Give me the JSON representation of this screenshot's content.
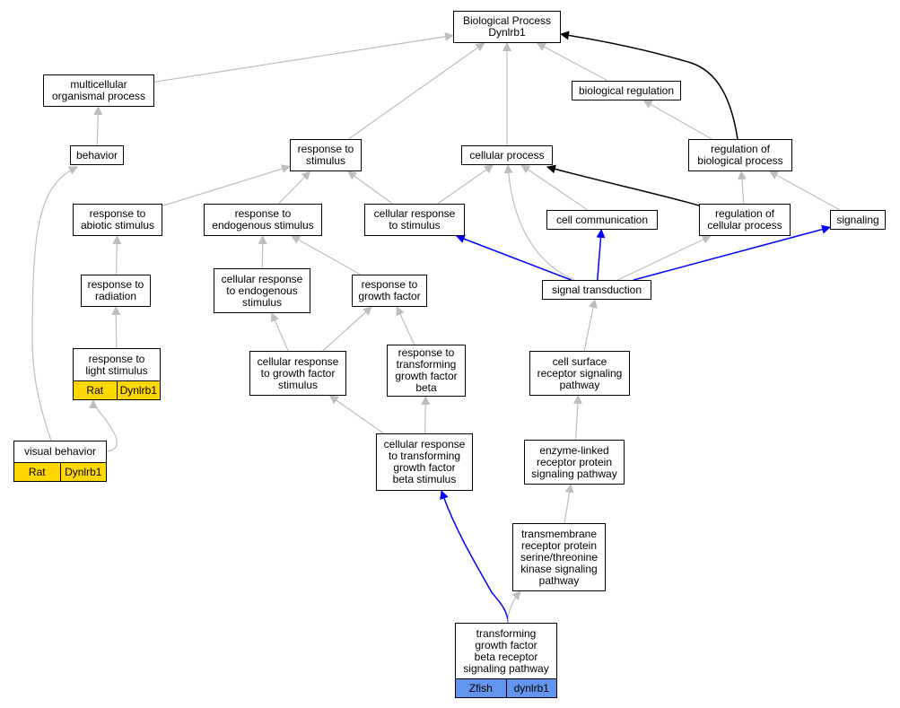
{
  "colors": {
    "edge_default": "#bebebe",
    "edge_black": "#000000",
    "edge_blue": "#0000ff",
    "rat_annotation": "#ffd700",
    "zfish_annotation": "#6495ed"
  },
  "nodes": {
    "bp": {
      "label": "Biological Process\nDynlrb1"
    },
    "multicellular": {
      "label": "multicellular\norganismal process"
    },
    "bioreg": {
      "label": "biological regulation"
    },
    "behavior": {
      "label": "behavior"
    },
    "resp_stim": {
      "label": "response to\nstimulus"
    },
    "cell_proc": {
      "label": "cellular process"
    },
    "reg_bio": {
      "label": "regulation of\nbiological process"
    },
    "resp_abiotic": {
      "label": "response to\nabiotic stimulus"
    },
    "resp_endo": {
      "label": "response to\nendogenous stimulus"
    },
    "cell_resp_stim": {
      "label": "cellular response\nto stimulus"
    },
    "cell_comm": {
      "label": "cell communication"
    },
    "reg_cell": {
      "label": "regulation of\ncellular process"
    },
    "signaling": {
      "label": "signaling"
    },
    "resp_rad": {
      "label": "response to\nradiation"
    },
    "cell_resp_endo": {
      "label": "cellular response\nto endogenous\nstimulus"
    },
    "resp_gf": {
      "label": "response to\ngrowth factor"
    },
    "sig_trans": {
      "label": "signal transduction"
    },
    "resp_light": {
      "label": "response to\nlight stimulus",
      "annotation": [
        "Rat",
        "Dynlrb1"
      ]
    },
    "cell_resp_gf": {
      "label": "cellular response\nto growth factor\nstimulus"
    },
    "resp_tgf": {
      "label": "response to\ntransforming\ngrowth factor\nbeta"
    },
    "cell_surface": {
      "label": "cell surface\nreceptor signaling\npathway"
    },
    "visual": {
      "label": "visual behavior",
      "annotation": [
        "Rat",
        "Dynlrb1"
      ]
    },
    "cell_resp_tgf": {
      "label": "cellular response\nto transforming\ngrowth factor\nbeta stimulus"
    },
    "enzyme": {
      "label": "enzyme-linked\nreceptor protein\nsignaling pathway"
    },
    "transmembrane": {
      "label": "transmembrane\nreceptor protein\nserine/threonine\nkinase signaling\npathway"
    },
    "tgf_pathway": {
      "label": "transforming\ngrowth factor\nbeta receptor\nsignaling pathway",
      "annotation": [
        "Zfish",
        "dynlrb1"
      ]
    }
  },
  "edges": [
    {
      "from": "multicellular",
      "to": "bp",
      "color": "gray"
    },
    {
      "from": "resp_stim",
      "to": "bp",
      "color": "gray"
    },
    {
      "from": "cell_proc",
      "to": "bp",
      "color": "gray"
    },
    {
      "from": "bioreg",
      "to": "bp",
      "color": "gray"
    },
    {
      "from": "reg_bio",
      "to": "bp",
      "color": "black"
    },
    {
      "from": "behavior",
      "to": "multicellular",
      "color": "gray"
    },
    {
      "from": "reg_bio",
      "to": "bioreg",
      "color": "gray"
    },
    {
      "from": "resp_abiotic",
      "to": "resp_stim",
      "color": "gray"
    },
    {
      "from": "resp_endo",
      "to": "resp_stim",
      "color": "gray"
    },
    {
      "from": "cell_resp_stim",
      "to": "resp_stim",
      "color": "gray"
    },
    {
      "from": "cell_resp_stim",
      "to": "cell_proc",
      "color": "gray"
    },
    {
      "from": "cell_comm",
      "to": "cell_proc",
      "color": "gray"
    },
    {
      "from": "sig_trans",
      "to": "cell_proc",
      "color": "gray"
    },
    {
      "from": "reg_cell",
      "to": "cell_proc",
      "color": "black"
    },
    {
      "from": "reg_cell",
      "to": "reg_bio",
      "color": "gray"
    },
    {
      "from": "signaling",
      "to": "reg_bio",
      "color": "gray"
    },
    {
      "from": "resp_rad",
      "to": "resp_abiotic",
      "color": "gray"
    },
    {
      "from": "cell_resp_endo",
      "to": "resp_endo",
      "color": "gray"
    },
    {
      "from": "resp_gf",
      "to": "resp_endo",
      "color": "gray"
    },
    {
      "from": "sig_trans",
      "to": "cell_resp_stim",
      "color": "blue"
    },
    {
      "from": "sig_trans",
      "to": "cell_comm",
      "color": "blue"
    },
    {
      "from": "sig_trans",
      "to": "reg_cell",
      "color": "gray"
    },
    {
      "from": "sig_trans",
      "to": "signaling",
      "color": "blue"
    },
    {
      "from": "resp_light",
      "to": "resp_rad",
      "color": "gray"
    },
    {
      "from": "cell_resp_gf",
      "to": "cell_resp_endo",
      "color": "gray"
    },
    {
      "from": "cell_resp_gf",
      "to": "resp_gf",
      "color": "gray"
    },
    {
      "from": "resp_tgf",
      "to": "resp_gf",
      "color": "gray"
    },
    {
      "from": "cell_surface",
      "to": "sig_trans",
      "color": "gray"
    },
    {
      "from": "visual",
      "to": "behavior",
      "color": "gray"
    },
    {
      "from": "visual",
      "to": "resp_light",
      "color": "gray"
    },
    {
      "from": "cell_resp_tgf",
      "to": "cell_resp_gf",
      "color": "gray"
    },
    {
      "from": "cell_resp_tgf",
      "to": "resp_tgf",
      "color": "gray"
    },
    {
      "from": "enzyme",
      "to": "cell_surface",
      "color": "gray"
    },
    {
      "from": "transmembrane",
      "to": "enzyme",
      "color": "gray"
    },
    {
      "from": "tgf_pathway",
      "to": "cell_resp_tgf",
      "color": "blue"
    },
    {
      "from": "tgf_pathway",
      "to": "transmembrane",
      "color": "gray"
    }
  ]
}
